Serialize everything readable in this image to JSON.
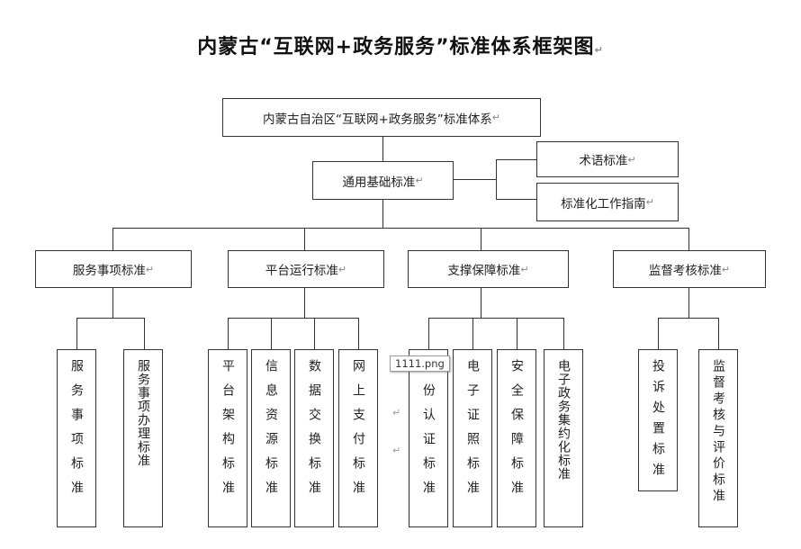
{
  "title": "内蒙古“互联网+政务服务”标准体系框架图",
  "root": "内蒙古自治区“互联网+政务服务”标准体系",
  "general": "通用基础标准",
  "general_children": [
    "术语标准",
    "标准化工作指南"
  ],
  "categories": [
    {
      "label": "服务事项标准",
      "children": [
        "服务事项标准",
        "服务事项办理标准"
      ]
    },
    {
      "label": "平台运行标准",
      "children": [
        "平台架构标准",
        "信息资源标准",
        "数据交换标准",
        "网上支付标准"
      ]
    },
    {
      "label": "支撑保障标准",
      "children": [
        "身份认证标准",
        "电子证照标准",
        "安全保障标准",
        "电子政务集约化标准"
      ]
    },
    {
      "label": "监督考核标准",
      "children": [
        "投诉处置标准",
        "监督考核与评价标准"
      ]
    }
  ],
  "tooltip": "1111.png",
  "paragraph_mark": "↵"
}
